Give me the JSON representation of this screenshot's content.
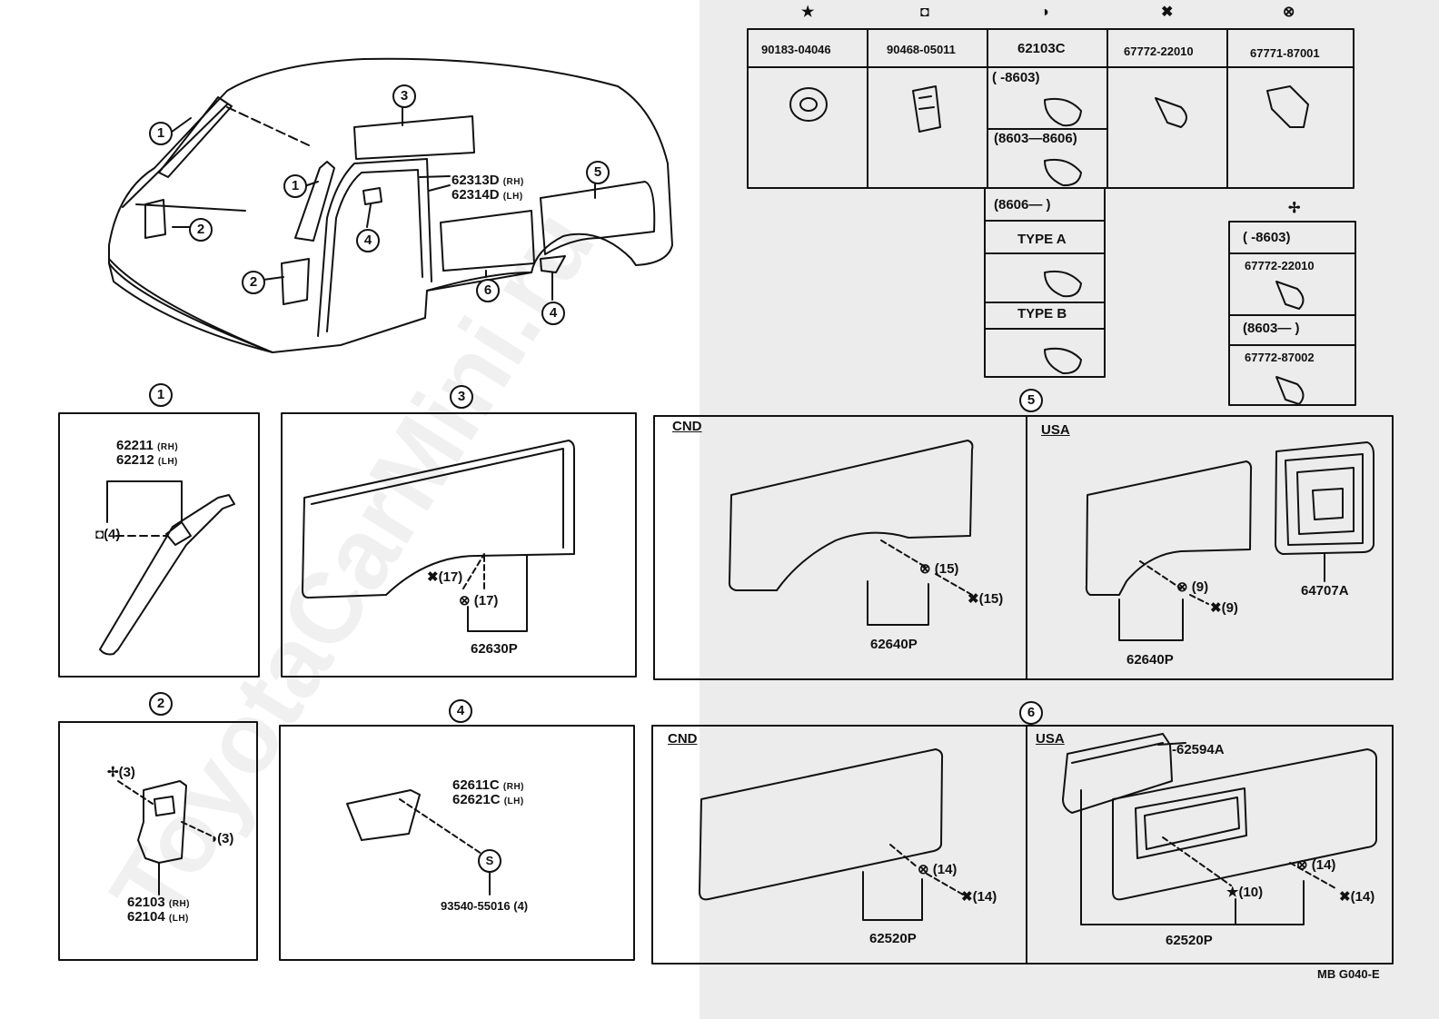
{
  "watermark": "ToyotaCarMini.ru",
  "diagram_code": "MB  G040-E",
  "overview": {
    "callouts": [
      "1",
      "2",
      "3",
      "1",
      "2",
      "4",
      "5",
      "6",
      "4"
    ],
    "label_rh": "62313D",
    "label_rh_side": "(RH)",
    "label_lh": "62314D",
    "label_lh_side": "(LH)"
  },
  "fastener_table": {
    "columns": [
      {
        "symbol": "★",
        "part": "90183-04046"
      },
      {
        "symbol": "◘",
        "part": "90468-05011"
      },
      {
        "symbol": "◑",
        "part": "62103C"
      },
      {
        "symbol": "✖",
        "part": "67772-22010"
      },
      {
        "symbol": "⊗",
        "part": "67771-87001"
      }
    ],
    "col3_rows": [
      "(        -8603)",
      "(8603—8606)",
      "(8606—        )",
      "TYPE A",
      "TYPE B"
    ],
    "extra_symbol": "✢",
    "extra_rows": [
      "(        -8603)",
      "67772-22010",
      "(8603—        )",
      "67772-87002"
    ]
  },
  "panel1": {
    "num": "1",
    "part_rh": "62211",
    "rh": "(RH)",
    "part_lh": "62212",
    "lh": "(LH)",
    "fastener": "(4)"
  },
  "panel2": {
    "num": "2",
    "f1": "(3)",
    "f2": "(3)",
    "part_rh": "62103",
    "rh": "(RH)",
    "part_lh": "62104",
    "lh": "(LH)"
  },
  "panel3": {
    "num": "3",
    "f1": "(17)",
    "f2": "(17)",
    "part": "62630P"
  },
  "panel4": {
    "num": "4",
    "part_rh": "62611C",
    "rh": "(RH)",
    "part_lh": "62621C",
    "lh": "(LH)",
    "screw": "93540-55016 (4)"
  },
  "panel5": {
    "num": "5",
    "cnd": {
      "label": "CND",
      "f1": "(15)",
      "f2": "(15)",
      "part": "62640P"
    },
    "usa": {
      "label": "USA",
      "f1": "(9)",
      "f2": "(9)",
      "part": "62640P",
      "part2": "64707A"
    }
  },
  "panel6": {
    "num": "6",
    "cnd": {
      "label": "CND",
      "f1": "(14)",
      "f2": "(14)",
      "part": "62520P"
    },
    "usa": {
      "label": "USA",
      "part_a": "62594A",
      "f1": "(14)",
      "f2": "(10)",
      "f3": "(14)",
      "part": "62520P"
    }
  }
}
